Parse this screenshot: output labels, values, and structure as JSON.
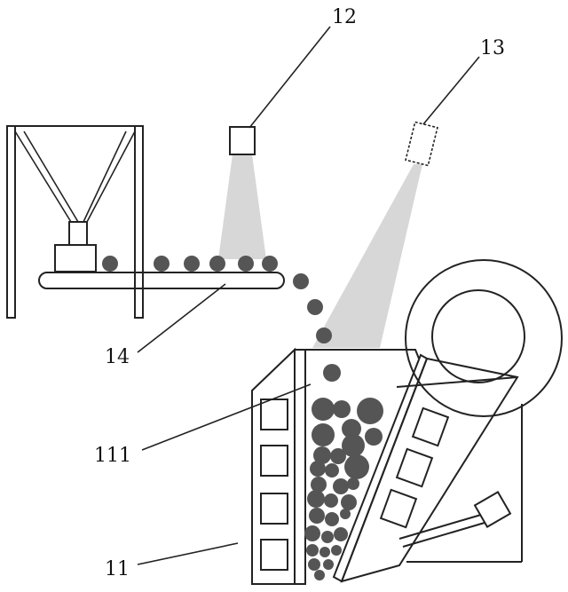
{
  "labels": {
    "l12": "12",
    "l13": "13",
    "l14": "14",
    "l111": "111",
    "l11": "11"
  },
  "colors": {
    "stroke": "#222222",
    "ball": "#555555",
    "beam": "#d0d0d0",
    "background": "#ffffff"
  },
  "icons": {
    "camera_12": "square-box-icon",
    "camera_13": "dashed-box-icon"
  }
}
